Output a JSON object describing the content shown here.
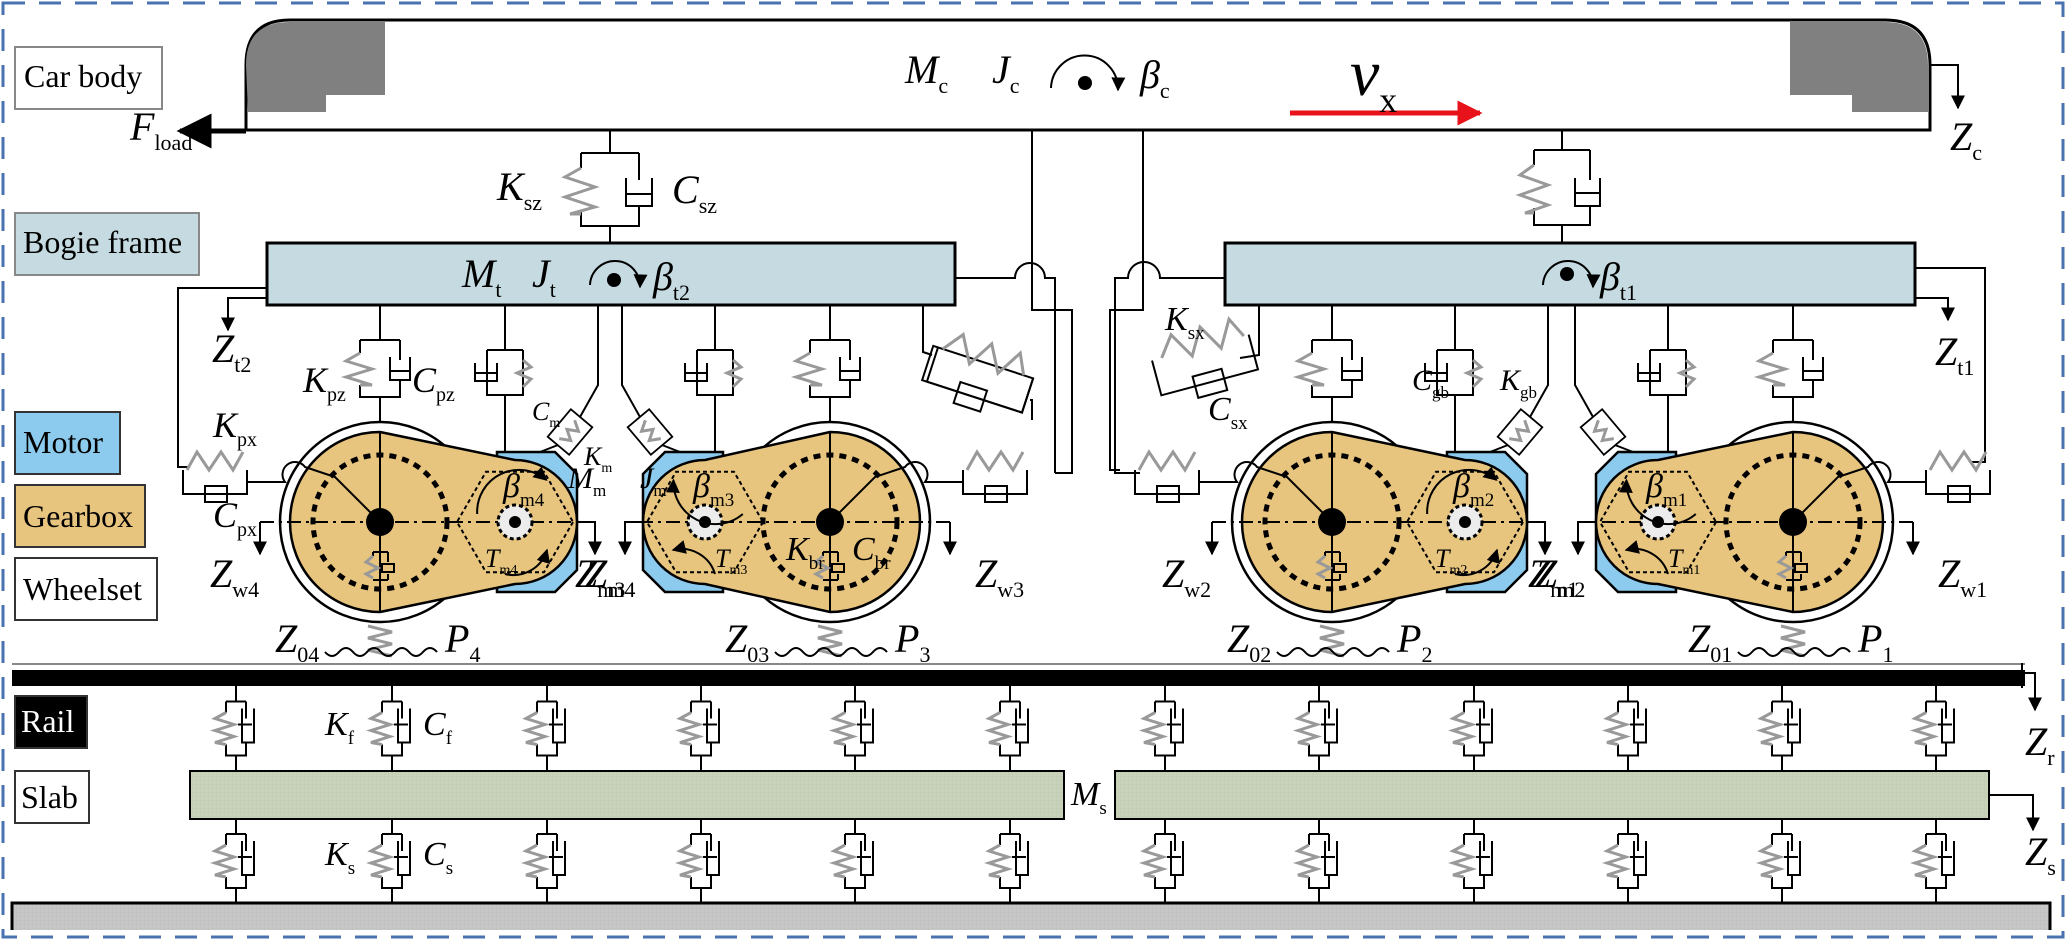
{
  "legend": {
    "car_body": "Car body",
    "bogie_frame": "Bogie frame",
    "motor": "Motor",
    "gearbox": "Gearbox",
    "wheelset": "Wheelset",
    "rail": "Rail",
    "slab": "Slab"
  },
  "colors": {
    "border_dash": "#4a72b0",
    "bogie_fill": "#c5dbe1",
    "motor_fill": "#8ccbee",
    "gearbox_fill": "#e8c57e",
    "wheel_inner": "#ececec",
    "slab_fill": "#c9d3bb",
    "ground_fill": "#c7c7c7",
    "car_corner": "#808080",
    "velocity_arrow": "#e8121a",
    "spring": "#999999"
  },
  "car_body": {
    "mass": {
      "main": "M",
      "sub": "c"
    },
    "inertia": {
      "main": "J",
      "sub": "c"
    },
    "pitch": {
      "main": "β",
      "sub": "c"
    },
    "velocity": {
      "main": "v",
      "sub": "x"
    },
    "load": {
      "main": "F",
      "sub": "load"
    },
    "disp": {
      "main": "Z",
      "sub": "c"
    }
  },
  "secondary": {
    "stiffness": {
      "main": "K",
      "sub": "sz"
    },
    "damping": {
      "main": "C",
      "sub": "sz"
    },
    "long_stiffness": {
      "main": "K",
      "sub": "sx"
    },
    "long_damping": {
      "main": "C",
      "sub": "sx"
    }
  },
  "bogie_rear": {
    "mass": {
      "main": "M",
      "sub": "t"
    },
    "inertia": {
      "main": "J",
      "sub": "t"
    },
    "pitch": {
      "main": "β",
      "sub": "t2"
    },
    "disp": {
      "main": "Z",
      "sub": "t2"
    }
  },
  "bogie_front": {
    "pitch": {
      "main": "β",
      "sub": "t1"
    },
    "disp": {
      "main": "Z",
      "sub": "t1"
    }
  },
  "primary": {
    "vert_stiffness": {
      "main": "K",
      "sub": "pz"
    },
    "vert_damping": {
      "main": "C",
      "sub": "pz"
    },
    "long_stiffness": {
      "main": "K",
      "sub": "px"
    },
    "long_damping": {
      "main": "C",
      "sub": "px"
    }
  },
  "motor": {
    "damping": {
      "main": "C",
      "sub": "m"
    },
    "stiffness": {
      "main": "K",
      "sub": "m"
    },
    "mass": {
      "main": "M",
      "sub": "m"
    },
    "inertia": {
      "main": "J",
      "sub": "m"
    }
  },
  "gearbox": {
    "damping": {
      "main": "C",
      "sub": "gb"
    },
    "stiffness": {
      "main": "K",
      "sub": "gb"
    }
  },
  "bearing": {
    "stiffness": {
      "main": "K",
      "sub": "br"
    },
    "damping": {
      "main": "C",
      "sub": "br"
    }
  },
  "wheelsets": [
    {
      "wheel_disp": {
        "main": "Z",
        "sub": "w4"
      },
      "motor_disp": {
        "main": "Z",
        "sub": "m4"
      },
      "motor_rot": {
        "main": "β",
        "sub": "m4"
      },
      "torque": {
        "main": "T",
        "sub": "m4"
      },
      "irregularity": {
        "main": "Z",
        "sub": "04"
      },
      "force": {
        "main": "P",
        "sub": "4"
      }
    },
    {
      "wheel_disp": {
        "main": "Z",
        "sub": "w3"
      },
      "motor_disp": {
        "main": "Z",
        "sub": "m3"
      },
      "motor_rot": {
        "main": "β",
        "sub": "m3"
      },
      "torque": {
        "main": "T",
        "sub": "m3"
      },
      "irregularity": {
        "main": "Z",
        "sub": "03"
      },
      "force": {
        "main": "P",
        "sub": "3"
      }
    },
    {
      "wheel_disp": {
        "main": "Z",
        "sub": "w2"
      },
      "motor_disp": {
        "main": "Z",
        "sub": "m2"
      },
      "motor_rot": {
        "main": "β",
        "sub": "m2"
      },
      "torque": {
        "main": "T",
        "sub": "m2"
      },
      "irregularity": {
        "main": "Z",
        "sub": "02"
      },
      "force": {
        "main": "P",
        "sub": "2"
      }
    },
    {
      "wheel_disp": {
        "main": "Z",
        "sub": "w1"
      },
      "motor_disp": {
        "main": "Z",
        "sub": "m1"
      },
      "motor_rot": {
        "main": "β",
        "sub": "m1"
      },
      "torque": {
        "main": "T",
        "sub": "m1"
      },
      "irregularity": {
        "main": "Z",
        "sub": "01"
      },
      "force": {
        "main": "P",
        "sub": "1"
      }
    }
  ],
  "track": {
    "fastener_stiffness": {
      "main": "K",
      "sub": "f"
    },
    "fastener_damping": {
      "main": "C",
      "sub": "f"
    },
    "slab_mass": {
      "main": "M",
      "sub": "s"
    },
    "sub_stiffness": {
      "main": "K",
      "sub": "s"
    },
    "sub_damping": {
      "main": "C",
      "sub": "s"
    },
    "rail_disp": {
      "main": "Z",
      "sub": "r"
    },
    "slab_disp": {
      "main": "Z",
      "sub": "s"
    }
  }
}
